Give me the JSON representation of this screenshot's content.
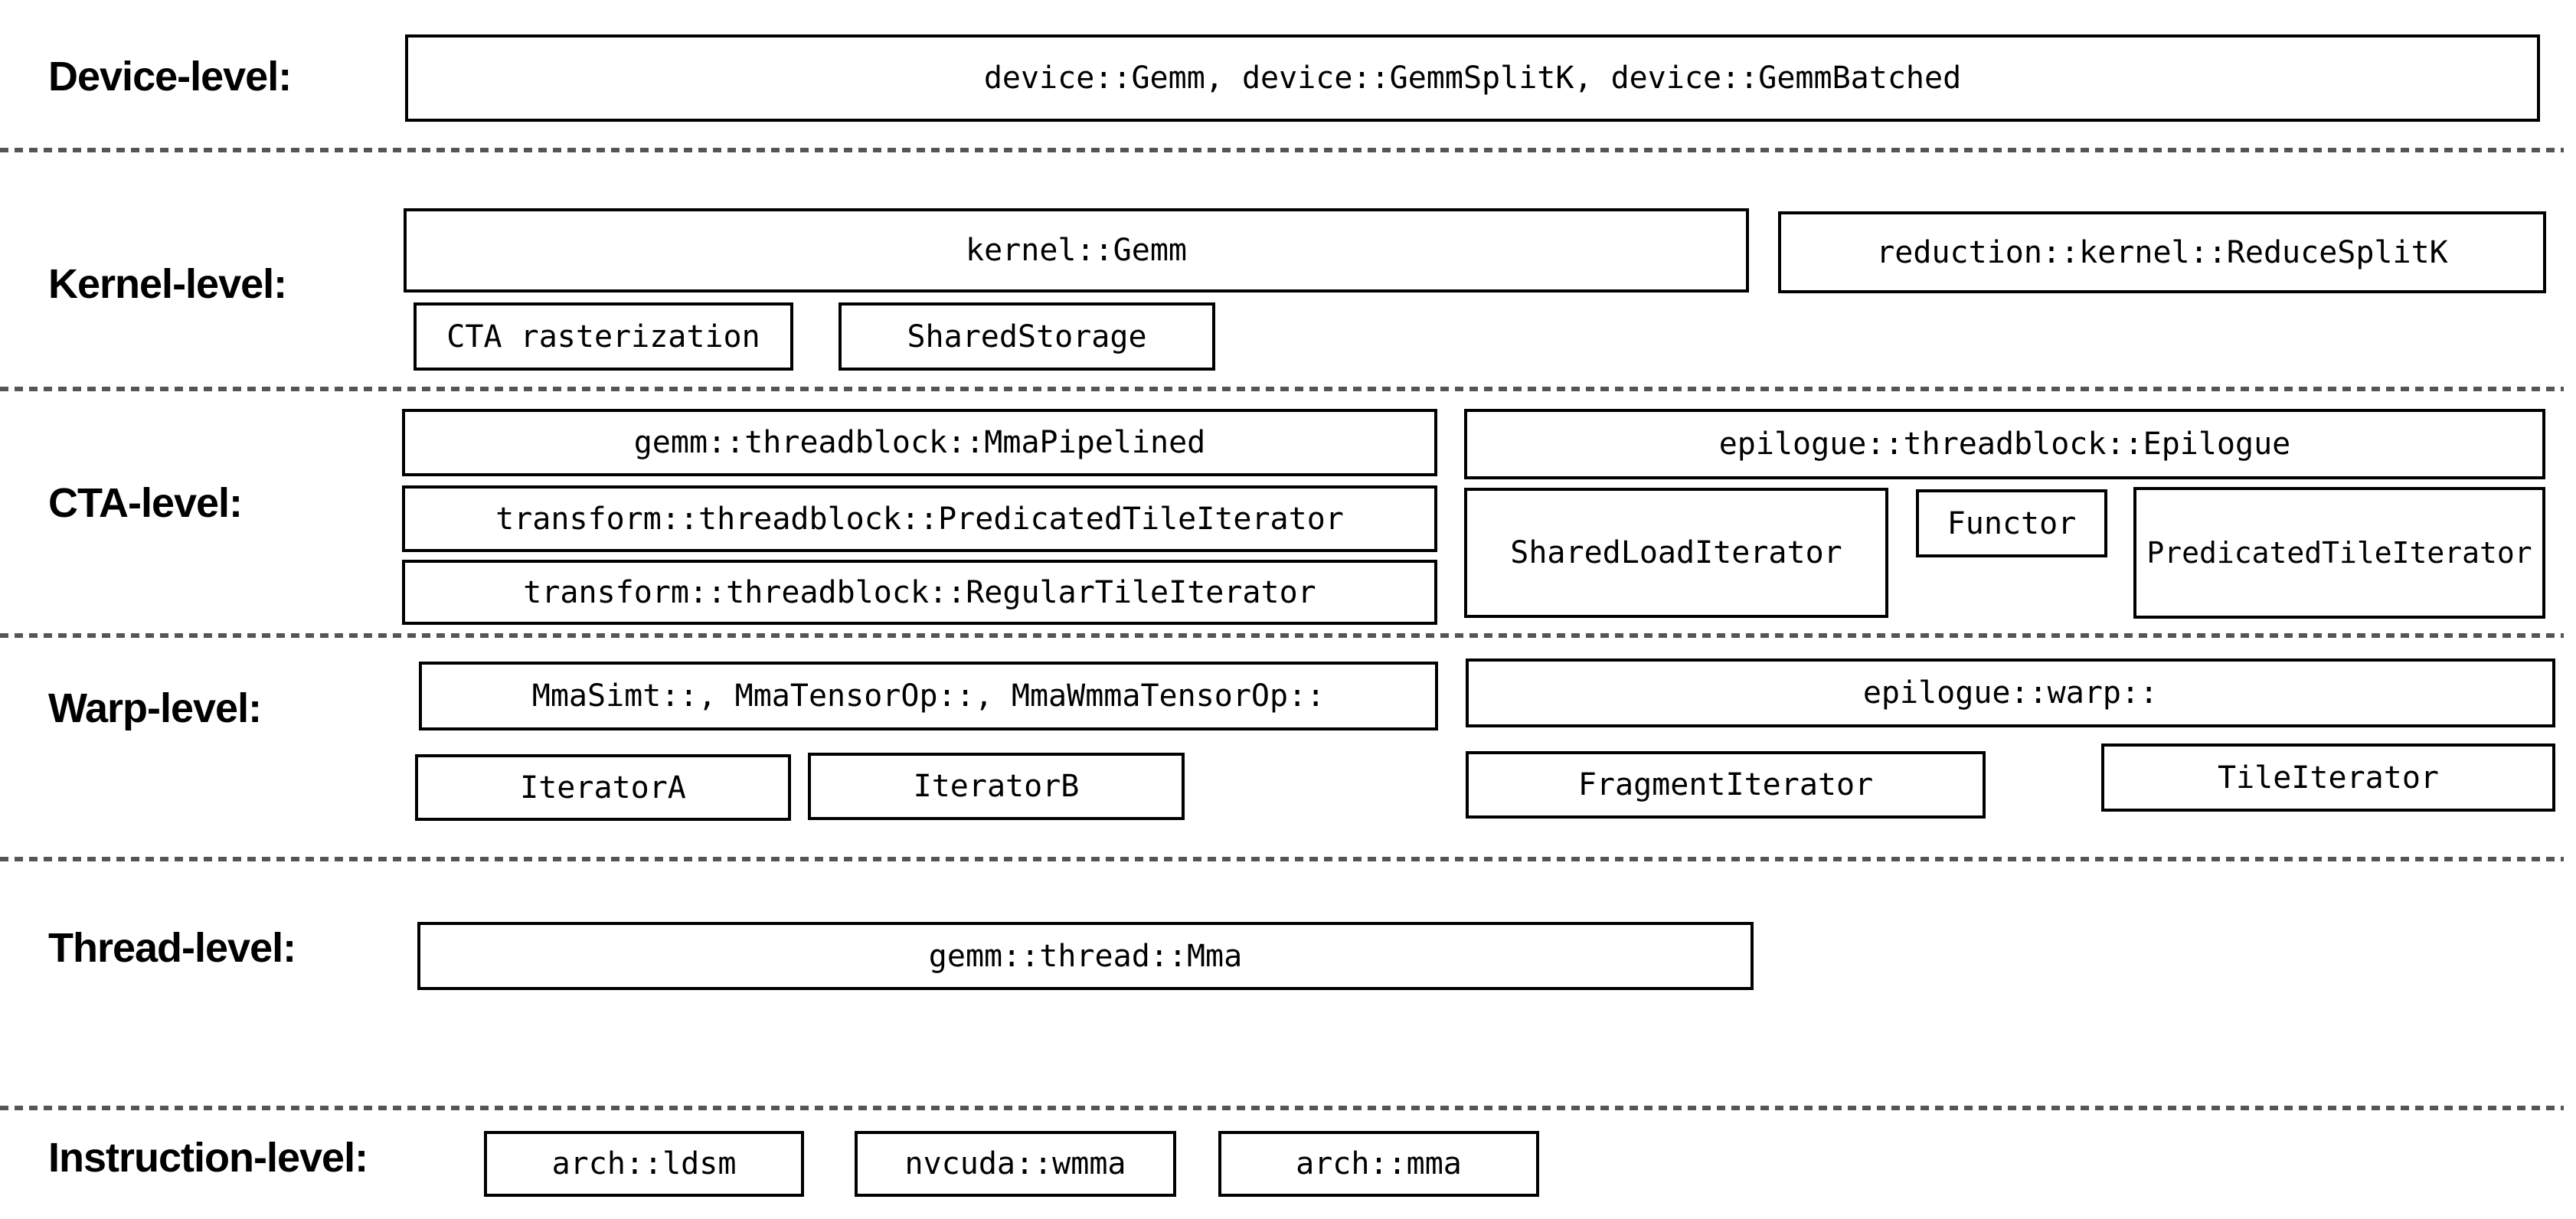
{
  "colors": {
    "background": "#ffffff",
    "box_border": "#000000",
    "text": "#000000",
    "separator": "#555555"
  },
  "rows": [
    {
      "label": "Device-level:",
      "boxes": [
        {
          "text": "device::Gemm, device::GemmSplitK, device::GemmBatched"
        }
      ]
    },
    {
      "label": "Kernel-level:",
      "boxes": [
        {
          "text": "kernel::Gemm"
        },
        {
          "text": "reduction::kernel::ReduceSplitK"
        },
        {
          "text": "CTA rasterization"
        },
        {
          "text": "SharedStorage"
        }
      ]
    },
    {
      "label": "CTA-level:",
      "boxes": [
        {
          "text": "gemm::threadblock::MmaPipelined"
        },
        {
          "text": "epilogue::threadblock::Epilogue"
        },
        {
          "text": "transform::threadblock::PredicatedTileIterator"
        },
        {
          "text": "SharedLoadIterator"
        },
        {
          "text": "Functor"
        },
        {
          "text": "PredicatedTileIterator"
        },
        {
          "text": "transform::threadblock::RegularTileIterator"
        }
      ]
    },
    {
      "label": "Warp-level:",
      "boxes": [
        {
          "text": "MmaSimt::, MmaTensorOp::, MmaWmmaTensorOp::"
        },
        {
          "text": "epilogue::warp::"
        },
        {
          "text": "IteratorA"
        },
        {
          "text": "IteratorB"
        },
        {
          "text": "FragmentIterator"
        },
        {
          "text": "TileIterator"
        }
      ]
    },
    {
      "label": "Thread-level:",
      "boxes": [
        {
          "text": "gemm::thread::Mma"
        }
      ]
    },
    {
      "label": "Instruction-level:",
      "boxes": [
        {
          "text": "arch::ldsm"
        },
        {
          "text": "nvcuda::wmma"
        },
        {
          "text": "arch::mma"
        }
      ]
    }
  ]
}
